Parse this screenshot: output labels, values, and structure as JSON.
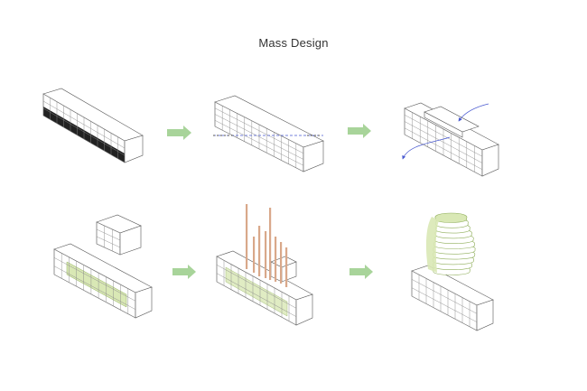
{
  "page": {
    "title": "Mass Design"
  },
  "colors": {
    "arrow": "#a8d49a",
    "line": "#555555",
    "green_fill": "#d9e8b5",
    "green_stroke": "#8fae5a",
    "pole": "#d9a88a",
    "accent_blue": "#4a5ad0",
    "dark_band": "#222222"
  },
  "steps": [
    {
      "id": "step-1",
      "stage": "base-block-facade"
    },
    {
      "id": "step-2",
      "stage": "grid-frame-split"
    },
    {
      "id": "step-3",
      "stage": "stepped-massing-flow"
    },
    {
      "id": "step-4",
      "stage": "added-module-greening"
    },
    {
      "id": "step-5",
      "stage": "vertical-poles"
    },
    {
      "id": "step-6",
      "stage": "curved-tower"
    }
  ]
}
